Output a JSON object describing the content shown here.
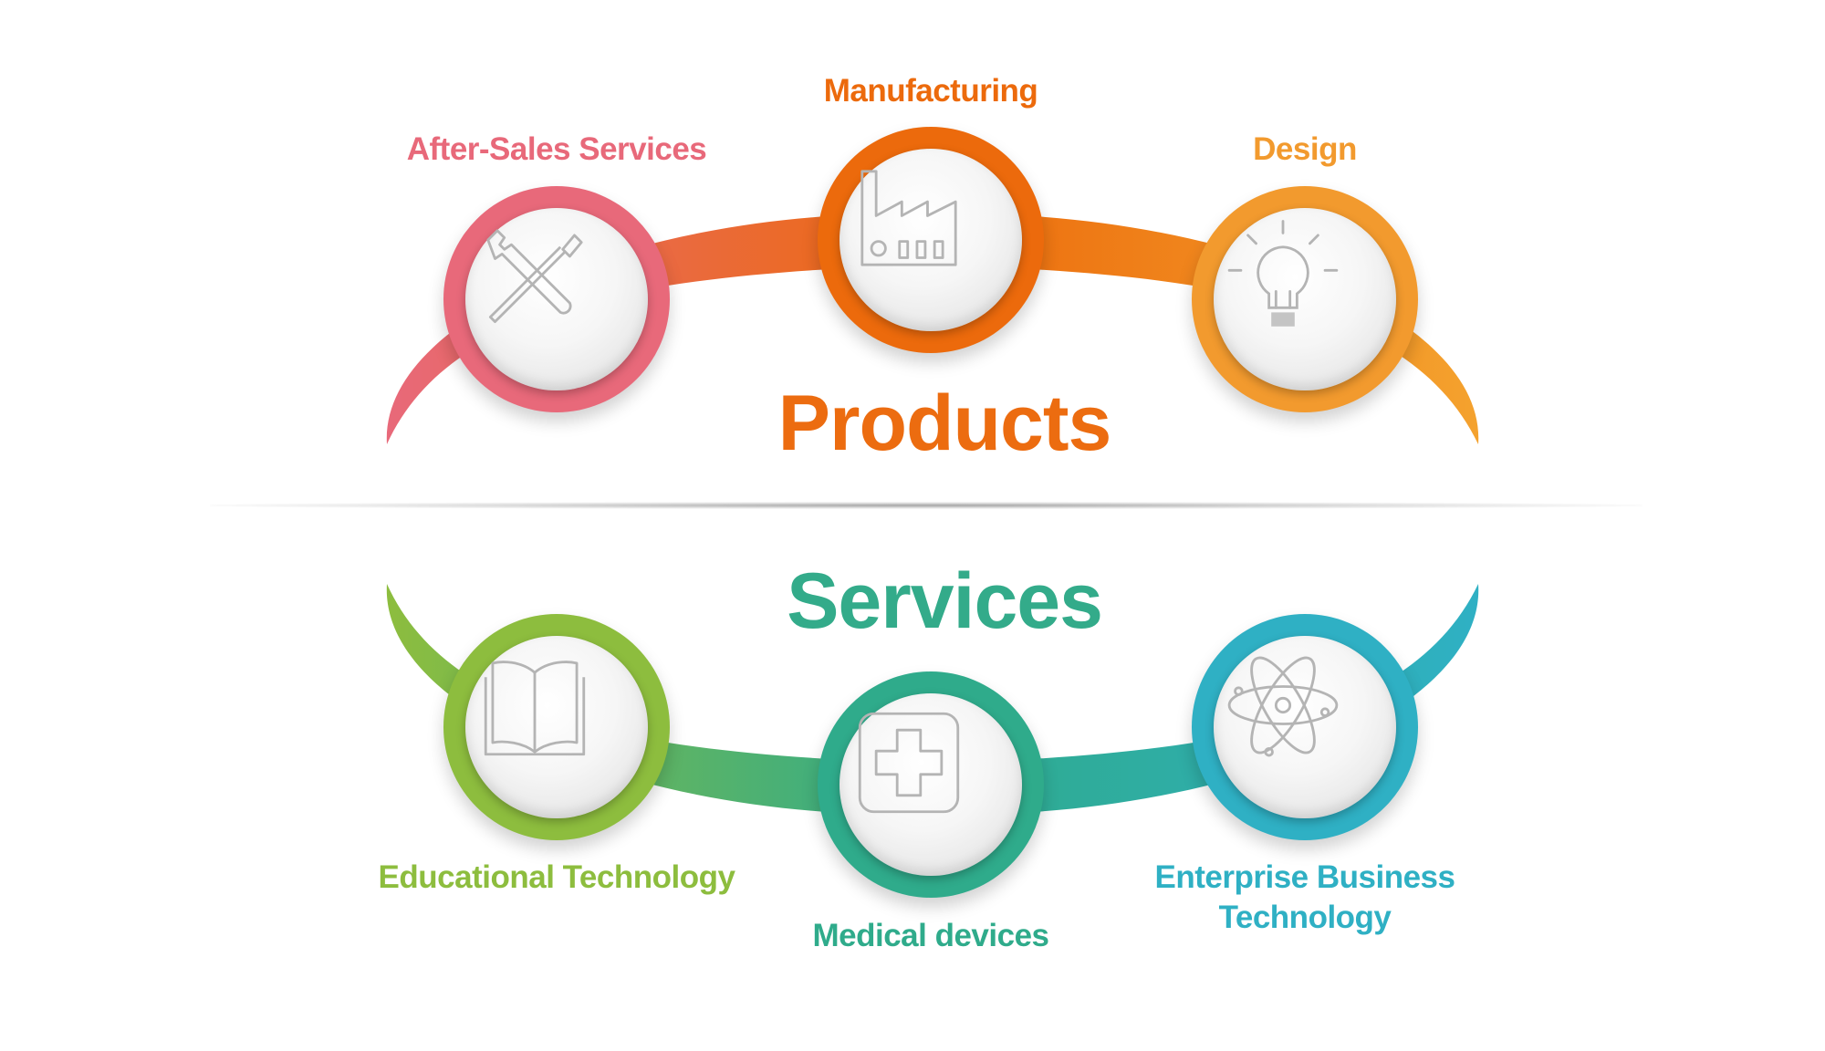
{
  "products": {
    "title": "Products",
    "title_color": "#ec6c10",
    "items": [
      {
        "label": "After-Sales Services",
        "color": "#e8697a",
        "icon": "wrench-screwdriver-icon"
      },
      {
        "label": "Manufacturing",
        "color": "#ec6a0c",
        "icon": "factory-icon"
      },
      {
        "label": "Design",
        "color": "#f29a2e",
        "icon": "lightbulb-icon"
      }
    ]
  },
  "services": {
    "title": "Services",
    "title_color": "#33ab8a",
    "items": [
      {
        "label": "Educational Technology",
        "color": "#8dbd3e",
        "icon": "open-book-icon"
      },
      {
        "label": "Medical devices",
        "color": "#2fab8b",
        "icon": "medical-cross-icon"
      },
      {
        "label_line1": "Enterprise Business",
        "label_line2": "Technology",
        "color": "#2fb0c4",
        "icon": "atom-icon"
      }
    ]
  }
}
